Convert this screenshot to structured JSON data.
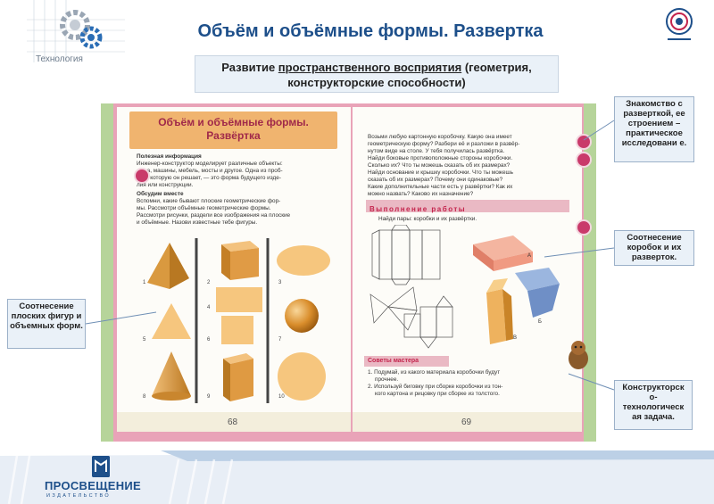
{
  "header": {
    "brand_label": "Технология",
    "title": "Объём и объёмные формы. Развертка",
    "subtitle_line1_a": "Развитие ",
    "subtitle_line1_u": "пространственного восприятия",
    "subtitle_line1_b": " (геометрия,",
    "subtitle_line2": "конструкторские способности)"
  },
  "book": {
    "left_heading_1": "Объём и объёмные формы.",
    "left_heading_2": "Развёртка",
    "useful_info_title": "Полезная информация",
    "useful_info_1": "Инженер-конструктор моделирует различные объекты:",
    "useful_info_2": "дома, машины, мебель, мосты и другое. Одна из проб-",
    "useful_info_3": "лем, которую он решает, — это форма будущего изде-",
    "useful_info_4": "лия или конструкции.",
    "discuss_title": "Обсудим вместе",
    "discuss_1": "Вспомни, какие бывают плоские геометрические фор-",
    "discuss_2": "мы. Рассмотри объёмные геометрические формы.",
    "discuss_3": "Рассмотри рисунки, раздели все изображения на плоские",
    "discuss_4": "и объёмные. Назови известные тебе фигуры.",
    "figure_numbers": [
      "1",
      "2",
      "3",
      "4",
      "5",
      "6",
      "7",
      "8",
      "9",
      "10"
    ],
    "page_left": "68",
    "page_right": "69",
    "right_text_1": "Возьми любую картонную коробочку. Какую она имеет",
    "right_text_2": "геометрическую форму? Разбери её и разложи в развёр-",
    "right_text_3": "нутом виде на столе. У тебя получилась развёртка.",
    "right_text_4": "Найди боковые противоположные стороны коробочки.",
    "right_text_5": "Сколько их? Что ты можешь сказать об их размерах?",
    "right_text_6": "Найди основание и крышку коробочки. Что ты можешь",
    "right_text_7": "сказать об их размерах? Почему они одинаковые?",
    "right_text_8": "Какие дополнительные части есть у развёртки? Как их",
    "right_text_9": "можно назвать? Каково их назначение?",
    "task_tab": "Выполнение работы",
    "task_text": "Найди пары: коробки и их развёртки.",
    "label_a": "А",
    "label_b": "Б",
    "label_v": "В",
    "tips_tab": "Советы мастера",
    "tip_1a": "1. Подумай, из какого материала коробочки будут",
    "tip_1b": "прочнее.",
    "tip_2a": "2. Используй биговку при сборке коробочки из тон-",
    "tip_2b": "кого картона и рицовку при сборке из толстого."
  },
  "callouts": {
    "left": "Соотнесение плоских фигур и объемных форм.",
    "top_right": "Знакомство с разверткой, ее строением – практическое исследовани е.",
    "mid_right": "Соотнесение коробок и их разверток.",
    "bottom_right": "Конструкторск о- технологическ ая задача."
  },
  "footer": {
    "publisher": "ПРОСВЕЩЕНИЕ",
    "publisher_sub": "ИЗДАТЕЛЬСТВО"
  },
  "colors": {
    "title_blue": "#1d4f8a",
    "book_pink": "#e9a3b8",
    "book_green": "#b6d49a",
    "shape_orange": "#f0b46f",
    "accent_red": "#c4254d"
  }
}
